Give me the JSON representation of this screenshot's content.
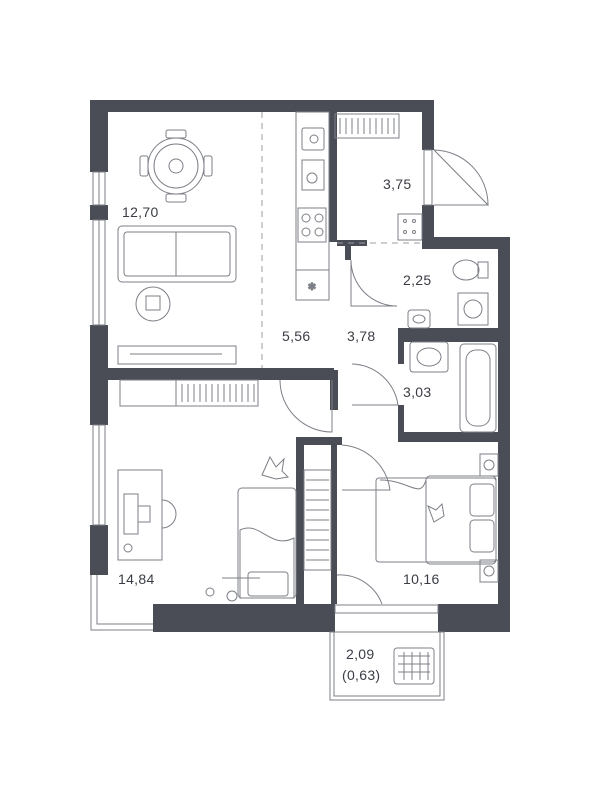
{
  "colors": {
    "wall": "#4a4d56",
    "furniture": "#7c7f86",
    "background": "#ffffff"
  },
  "rooms": [
    {
      "id": "living-room",
      "area": "12,70"
    },
    {
      "id": "kitchen",
      "area": "5,56"
    },
    {
      "id": "hallway",
      "area": "3,78"
    },
    {
      "id": "entry",
      "area": "3,75"
    },
    {
      "id": "toilet",
      "area": "2,25"
    },
    {
      "id": "bathroom",
      "area": "3,03"
    },
    {
      "id": "bedroom-left",
      "area": "14,84"
    },
    {
      "id": "bedroom-right",
      "area": "10,16"
    },
    {
      "id": "balcony",
      "area": "2,09",
      "area_reduced": "(0,63)"
    }
  ]
}
